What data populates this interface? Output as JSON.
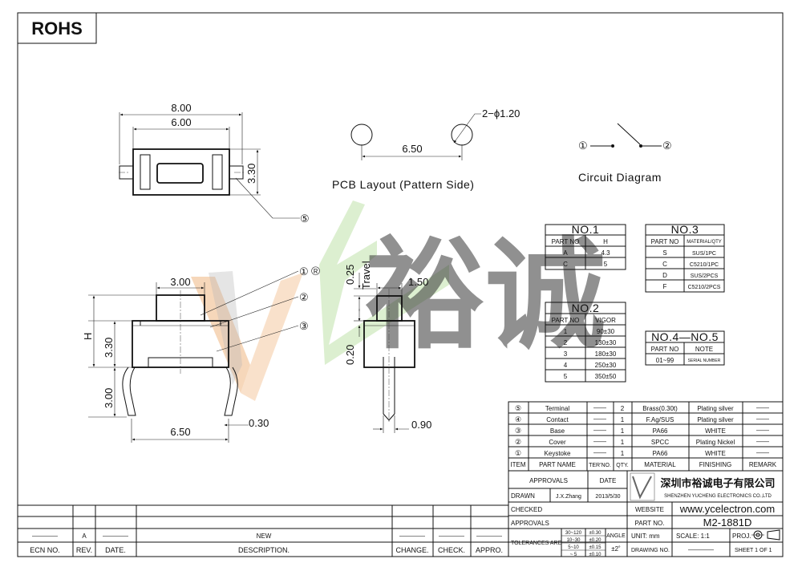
{
  "rohs": "ROHS",
  "watermark": {
    "text": "裕诚",
    "registered": "®"
  },
  "top_view": {
    "dim_outer": "8.00",
    "dim_inner": "6.00",
    "dim_height": "3.30",
    "callout": "⑤"
  },
  "pcb": {
    "dim_spacing": "6.50",
    "dim_hole": "2−ϕ1.20",
    "label": "PCB Layout (Pattern Side)"
  },
  "circuit": {
    "label": "Circuit Diagram",
    "pin1": "①",
    "pin2": "②"
  },
  "front_view": {
    "dim_top": "3.00",
    "dim_h": "H",
    "dim_body": "3.30",
    "dim_leg": "3.00",
    "dim_pitch": "6.50",
    "dim_lead": "0.30",
    "callouts": [
      "①",
      "②",
      "③"
    ]
  },
  "side_view": {
    "dim_top": "1.50",
    "dim_travel_value": "0.25",
    "dim_travel_label": "Travel",
    "dim_mid": "0.20",
    "dim_lead": "0.90"
  },
  "no1": {
    "title": "NO.1",
    "headers": [
      "PART NO",
      "H"
    ],
    "rows": [
      [
        "A",
        "4.3"
      ],
      [
        "C",
        "5"
      ]
    ]
  },
  "no2": {
    "title": "NO.2",
    "headers": [
      "PART NO",
      "VIGOR"
    ],
    "rows": [
      [
        "1",
        "90±30"
      ],
      [
        "2",
        "130±30"
      ],
      [
        "3",
        "180±30"
      ],
      [
        "4",
        "250±30"
      ],
      [
        "5",
        "350±50"
      ]
    ]
  },
  "no3": {
    "title": "NO.3",
    "headers": [
      "PART NO",
      "MATERIAL/QTY"
    ],
    "rows": [
      [
        "S",
        "SUS/1PC"
      ],
      [
        "C",
        "C5210/1PC"
      ],
      [
        "D",
        "SUS/2PCS"
      ],
      [
        "F",
        "C5210/2PCS"
      ]
    ]
  },
  "no45": {
    "title": "NO.4—NO.5",
    "headers": [
      "PART NO",
      "NOTE"
    ],
    "rows": [
      [
        "01~99",
        "SERIAL NUMBER"
      ]
    ]
  },
  "bom": {
    "rows": [
      {
        "item": "⑤",
        "name": "Terminal",
        "ter": "——",
        "qty": "2",
        "material": "Brass(0.30t)",
        "finishing": "Plating silver",
        "remark": "——"
      },
      {
        "item": "④",
        "name": "Contact",
        "ter": "——",
        "qty": "1",
        "material": "F.Ag/SUS",
        "finishing": "Plating silver",
        "remark": "——"
      },
      {
        "item": "③",
        "name": "Base",
        "ter": "——",
        "qty": "1",
        "material": "PA66",
        "finishing": "WHITE",
        "remark": "——"
      },
      {
        "item": "②",
        "name": "Cover",
        "ter": "——",
        "qty": "1",
        "material": "SPCC",
        "finishing": "Plating Nickel",
        "remark": "——"
      },
      {
        "item": "①",
        "name": "Keystoke",
        "ter": "——",
        "qty": "1",
        "material": "PA66",
        "finishing": "WHITE",
        "remark": "——"
      }
    ],
    "headers": {
      "item": "ITEM",
      "name": "PART NAME",
      "ter": "TER'NO.",
      "qty": "QTY.",
      "material": "MATERIAL",
      "finishing": "FINISHING",
      "remark": "REMARK"
    }
  },
  "title_block": {
    "approvals_hdr": "APPROVALS",
    "date_hdr": "DATE",
    "drawn_label": "DRAWN",
    "drawn_name": "J.X.Zhang",
    "drawn_date": "2013/5/30",
    "checked_label": "CHECKED",
    "approvals_label": "APPROVALS",
    "company_cn": "深圳市裕诚电子有限公司",
    "company_en": "SHENZHEN YUCHENG ELECTRONICS CO.,LTD",
    "website_label": "WEBSITE",
    "website": "www.ycelectron.com",
    "partno_label": "PART NO.",
    "partno": "M2-1881D",
    "tolerances_label": "TOLERANCES ARE",
    "tol_ranges": [
      "30~120",
      "10~30",
      "5~10",
      "~ 5"
    ],
    "tol_values": [
      "±0.30",
      "±0.20",
      "±0.15",
      "±0.10"
    ],
    "angle_label": "ANGLE",
    "angle_value": "±2˚",
    "unit": "UNIT: mm",
    "scale": "SCALE:  1:1",
    "proj": "PROJ.",
    "drawing_no_label": "DRAWING NO.",
    "drawing_no_value": "————",
    "sheet": "SHEET   1  OF  1"
  },
  "revision": {
    "row": {
      "ecn": "————",
      "rev": "A",
      "date": "————",
      "desc": "NEW",
      "change": "————",
      "check": "————",
      "appro": "————"
    },
    "headers": {
      "ecn": "ECN  NO.",
      "rev": "REV.",
      "date": "DATE.",
      "desc": "DESCRIPTION.",
      "change": "CHANGE.",
      "check": "CHECK.",
      "appro": "APPRO."
    }
  }
}
